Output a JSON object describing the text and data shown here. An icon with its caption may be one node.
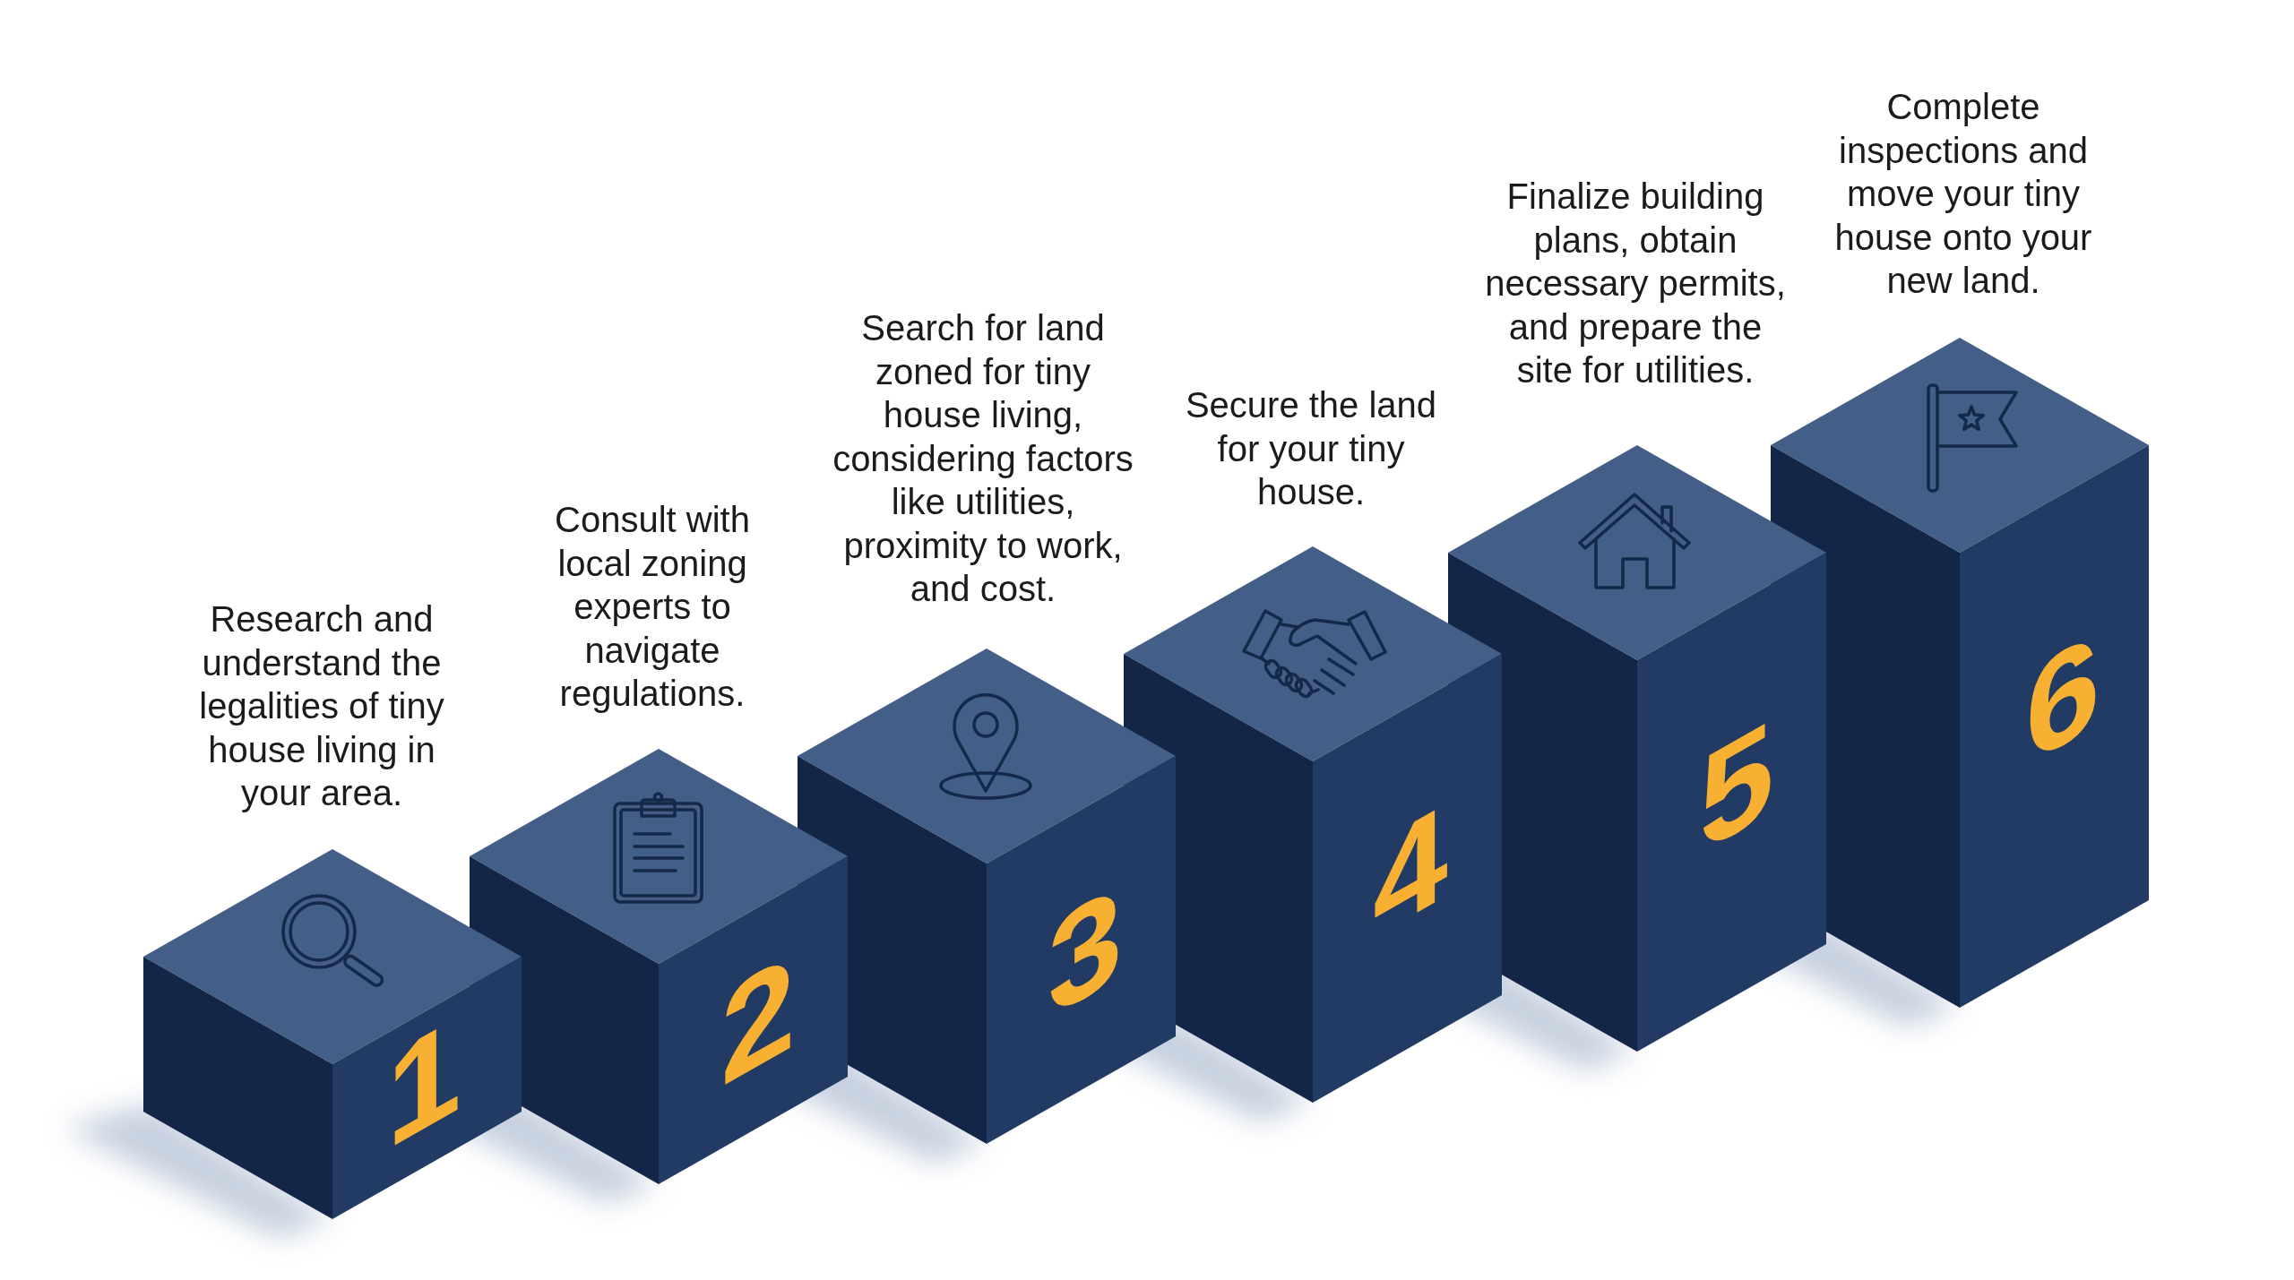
{
  "diagram": {
    "nodes": [
      {
        "text": [
          "1"
        ]
      },
      {
        "text": [
          "2"
        ]
      },
      {
        "text": [
          "3"
        ]
      },
      {
        "text": [
          "4"
        ]
      },
      {
        "text": [
          "5"
        ]
      },
      {
        "text": [
          "6"
        ]
      }
    ],
    "labels": [
      "Research and understand the legalities of tiny house living in your area.",
      "Consult with local zoning experts to navigate regulations.",
      "Search for land zoned for tiny house living, considering factors like utilities, proximity to work, and cost.",
      "Secure the land for your tiny house.",
      "Finalize building plans, obtain necessary permits, and prepare the site for utilities.",
      "Complete inspections and move your tiny house onto your new land."
    ]
  }
}
